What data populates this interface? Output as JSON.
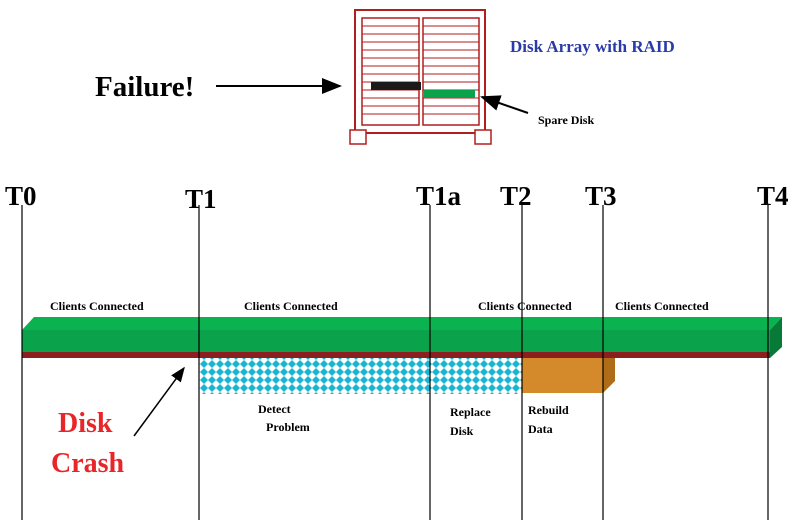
{
  "failure_label": "Failure!",
  "array_title": "Disk Array with RAID",
  "spare_label": "Spare Disk",
  "times": [
    "T0",
    "T1",
    "T1a",
    "T2",
    "T3",
    "T4"
  ],
  "connected_label": "Clients Connected",
  "phases": {
    "detect": [
      "Detect",
      "Problem"
    ],
    "replace": [
      "Replace",
      "Disk"
    ],
    "rebuild": [
      "Rebuild",
      "Data"
    ]
  },
  "crash_label": [
    "Disk",
    "Crash"
  ],
  "colors": {
    "band": "#0aa24b",
    "band_dark": "#087a37",
    "baseline": "#8b1e1e",
    "detect_fill": "#19b6d2",
    "rebuild_fill": "#d4892a",
    "crash_text": "#e8262a",
    "array_outline": "#b01e1e",
    "failed_disk": "#1a1a1a",
    "spare_disk": "#0aa24b",
    "title_blue": "#2a3aa8"
  }
}
